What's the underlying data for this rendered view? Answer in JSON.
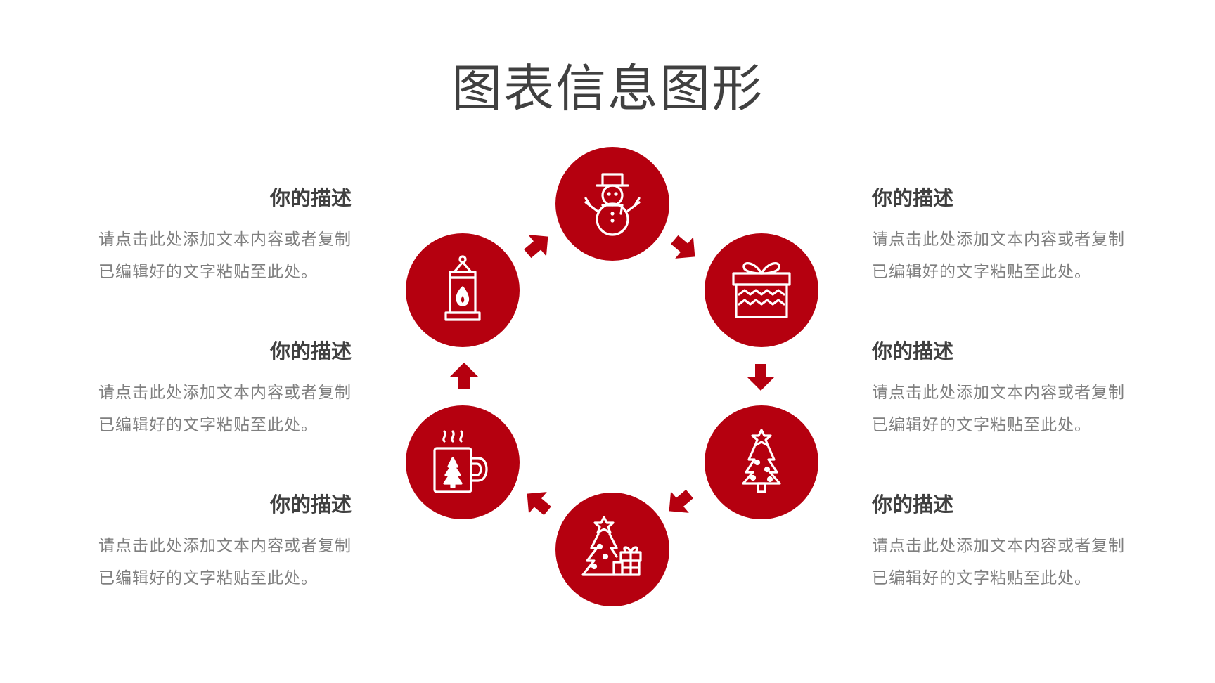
{
  "title": "图表信息图形",
  "colors": {
    "accent": "#b5000f",
    "heading": "#404040",
    "body": "#7f7f7f"
  },
  "items": [
    {
      "heading": "你的描述",
      "desc": "请点击此处添加文本内容或者复制已编辑好的文字粘贴至此处。"
    },
    {
      "heading": "你的描述",
      "desc": "请点击此处添加文本内容或者复制已编辑好的文字粘贴至此处。"
    },
    {
      "heading": "你的描述",
      "desc": "请点击此处添加文本内容或者复制已编辑好的文字粘贴至此处。"
    },
    {
      "heading": "你的描述",
      "desc": "请点击此处添加文本内容或者复制已编辑好的文字粘贴至此处。"
    },
    {
      "heading": "你的描述",
      "desc": "请点击此处添加文本内容或者复制已编辑好的文字粘贴至此处。"
    },
    {
      "heading": "你的描述",
      "desc": "请点击此处添加文本内容或者复制已编辑好的文字粘贴至此处。"
    }
  ],
  "cycle": {
    "nodes": [
      {
        "icon": "snowman-icon"
      },
      {
        "icon": "gift-box-icon"
      },
      {
        "icon": "christmas-tree-icon"
      },
      {
        "icon": "tree-with-gifts-icon"
      },
      {
        "icon": "hot-mug-icon"
      },
      {
        "icon": "lantern-icon"
      }
    ]
  }
}
